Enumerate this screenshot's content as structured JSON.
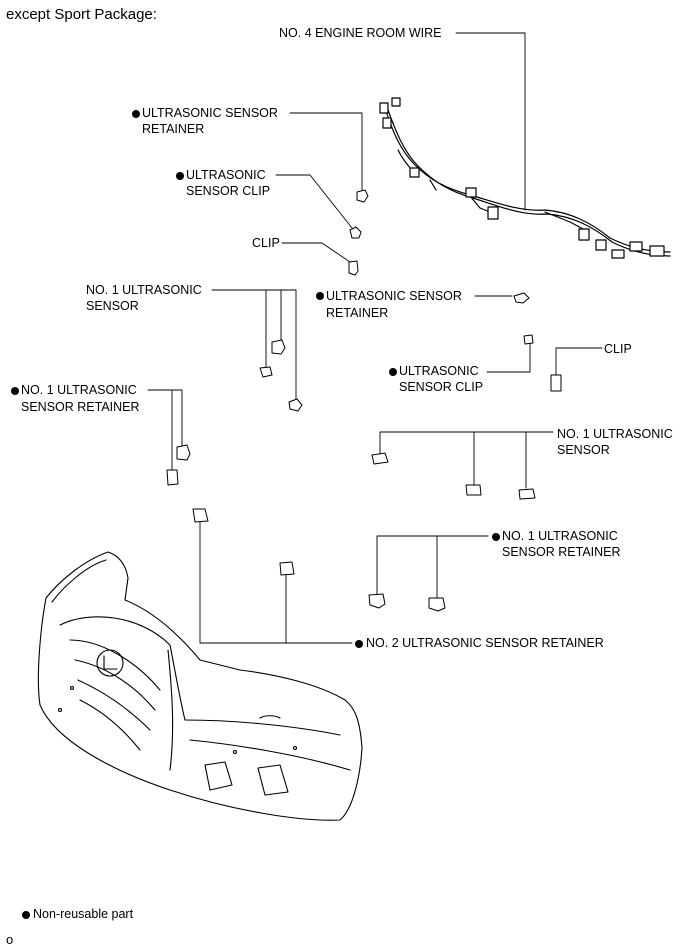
{
  "title": "except Sport Package:",
  "labels": {
    "engine_wire": "NO. 4 ENGINE ROOM WIRE",
    "us_retainer_top_1": "ULTRASONIC SENSOR",
    "us_retainer_top_2": "RETAINER",
    "us_clip_left_1": "ULTRASONIC",
    "us_clip_left_2": "SENSOR CLIP",
    "clip_left": "CLIP",
    "no1_sensor_left_1": "NO. 1 ULTRASONIC",
    "no1_sensor_left_2": "SENSOR",
    "us_retainer_mid_1": "ULTRASONIC SENSOR",
    "us_retainer_mid_2": "RETAINER",
    "us_clip_right_1": "ULTRASONIC",
    "us_clip_right_2": "SENSOR CLIP",
    "clip_right": "CLIP",
    "no1_retainer_left_1": "NO. 1 ULTRASONIC",
    "no1_retainer_left_2": "SENSOR RETAINER",
    "no1_sensor_right_1": "NO. 1 ULTRASONIC",
    "no1_sensor_right_2": "SENSOR",
    "no1_retainer_right_1": "NO. 1 ULTRASONIC",
    "no1_retainer_right_2": "SENSOR RETAINER",
    "no2_retainer": "NO. 2 ULTRASONIC SENSOR RETAINER"
  },
  "legend": {
    "text": "Non-reusable part"
  },
  "footer_code": "o"
}
